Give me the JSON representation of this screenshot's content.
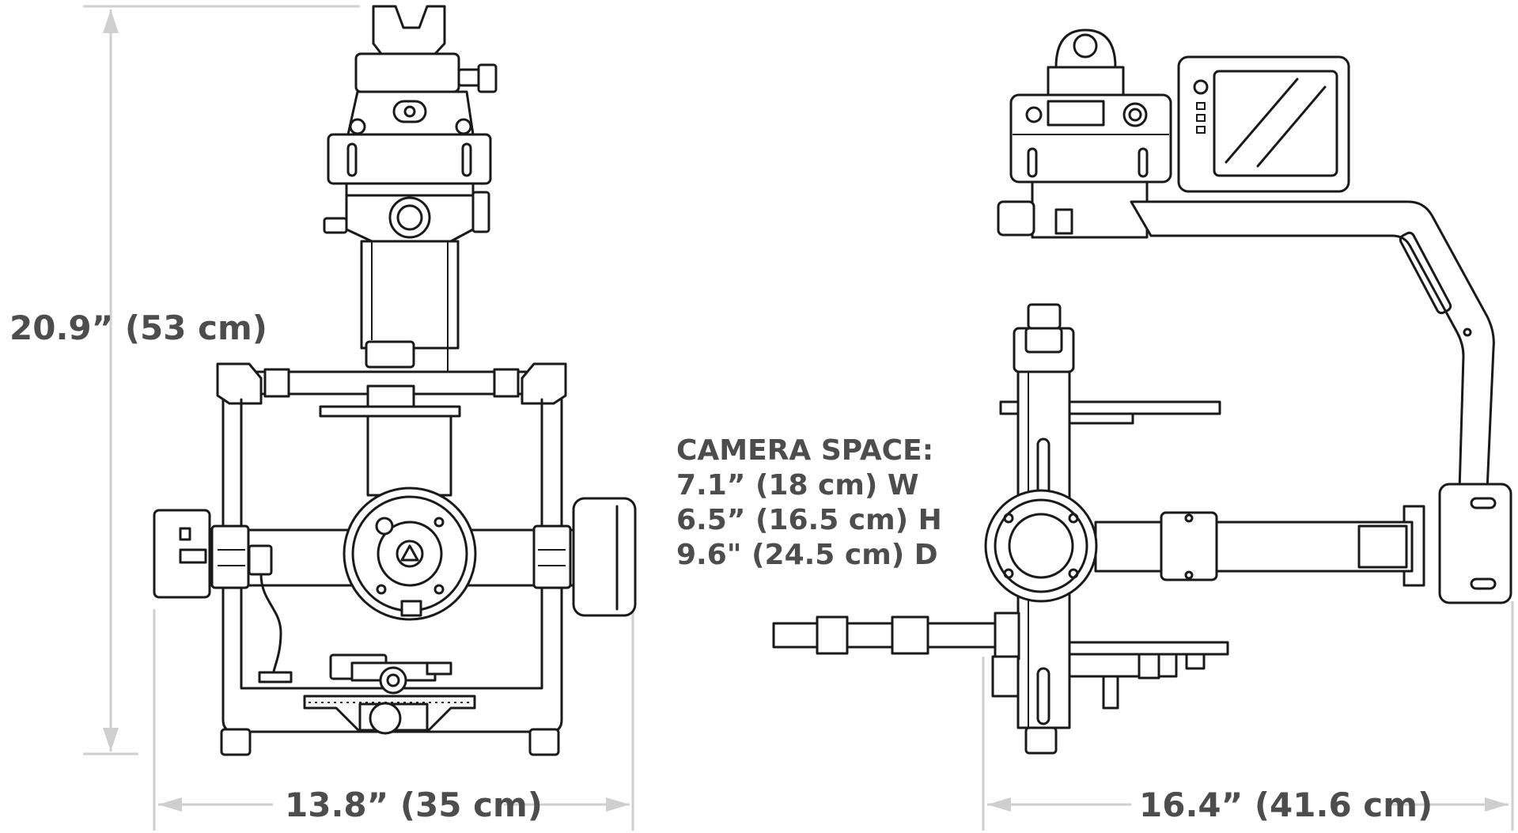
{
  "dimensions": {
    "height": "20.9”  (53 cm)",
    "width_front": "13.8” (35 cm)",
    "depth_side": "16.4” (41.6 cm)"
  },
  "camera_space": {
    "title": "CAMERA SPACE:",
    "lines": [
      "7.1” (18 cm) W",
      "6.5” (16.5 cm) H",
      "9.6\" (24.5 cm) D"
    ]
  },
  "colors": {
    "line_art": "#1a1a1a",
    "dimension_lines": "#cfcfcf",
    "label_text": "#4d4d4d",
    "background": "#ffffff"
  }
}
